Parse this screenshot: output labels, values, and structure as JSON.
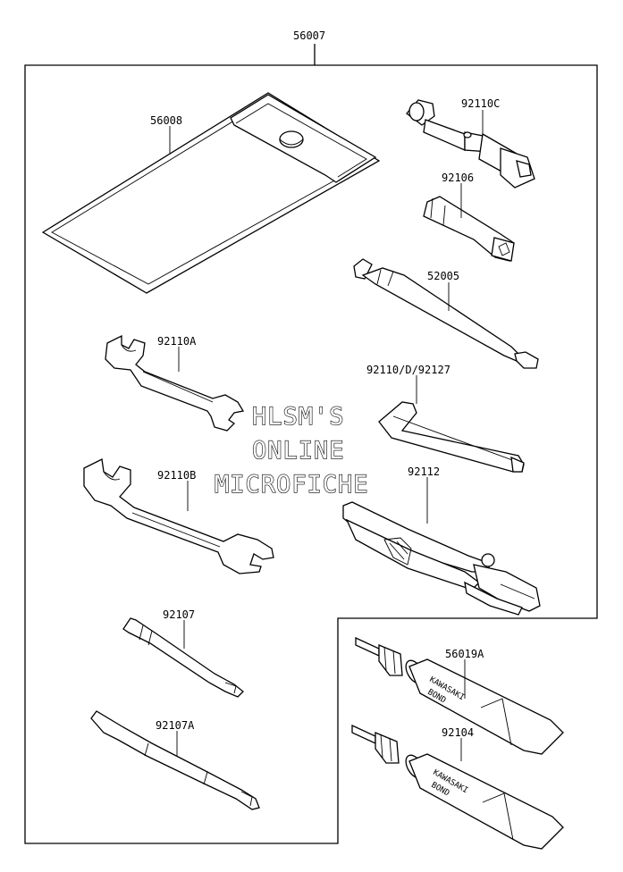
{
  "parts": {
    "kit": "56007",
    "pouch": "56008",
    "socket_driver": "92110C",
    "plug_socket": "92106",
    "extension_bar": "52005",
    "wrench_a": "92110A",
    "hex_key": "92110/D/92127",
    "wrench_b": "92110B",
    "pliers": "92112",
    "screwdriver": "92107",
    "screwdriver_a": "92107A",
    "bond_a": "56019A",
    "bond_b": "92104"
  },
  "tube_labels": {
    "brand_line1": "KAWASAKI",
    "brand_line2": "BOND"
  },
  "watermark": {
    "line1": "HLSM'S",
    "line2": "ONLINE",
    "line3": "MICROFICHE"
  }
}
